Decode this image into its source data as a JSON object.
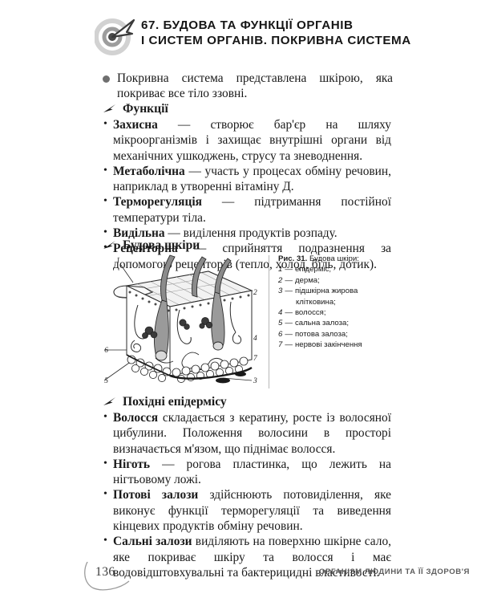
{
  "header": {
    "icon": "target-dart-icon",
    "title_line_1": "67. БУДОВА ТА ФУНКЦІЇ ОРГАНІВ",
    "title_line_2": "І СИСТЕМ ОРГАНІВ. ПОКРИВНА СИСТЕМА"
  },
  "intro": {
    "bullet_icon": "filled-circle-bullet",
    "text": "Покривна система представлена шкірою, яка покриває все тіло ззовні."
  },
  "sections": [
    {
      "marker_icon": "arrow-pennant-icon",
      "heading": "Функції",
      "items": [
        {
          "term": "Захисна",
          "rest": " — створює бар'єр на шляху мікроорганізмів і захищає внутрішні органи від механічних ушкоджень, струсу та зневоднення."
        },
        {
          "term": "Метаболічна",
          "rest": " — участь у процесах обміну речовин, наприклад в утворенні вітаміну Д."
        },
        {
          "term": "Терморегуляція",
          "rest": " — підтримання постійної температури тіла."
        },
        {
          "term": "Видільна",
          "rest": " — виділення продуктів розпаду."
        },
        {
          "term": "Рецепторна",
          "rest": " — сприйняття подразнення за допомогою рецепторів (тепло, холод, біль, дотик)."
        }
      ]
    },
    {
      "marker_icon": "arrow-pennant-icon",
      "heading": "Будова шкіри",
      "items": []
    },
    {
      "marker_icon": "arrow-pennant-icon",
      "heading": "Похідні епідермісу",
      "items": [
        {
          "term": "Волосся",
          "rest": " складається з кератину, росте із волосяної цибулини. Положення волосини в просторі визначається м'язом, що піднімає волосся."
        },
        {
          "term": "Ніготь",
          "rest": " — рогова пластинка, що лежить на нігтьовому ложі."
        },
        {
          "term": "Потові залози",
          "rest": " здійснюють потовиділення, яке виконує функції терморегуляції та виведення кінцевих продуктів обміну речовин."
        },
        {
          "term": "Сальні залози",
          "rest": " виділяють на поверхню шкірне сало, яке покриває шкіру та волосся і має водовідштовхувальні та бактерицидні властивості."
        }
      ]
    }
  ],
  "figure": {
    "caption_label": "Рис. 31.",
    "caption_title": "Будова шкіри:",
    "callouts": [
      "1",
      "2",
      "3",
      "4",
      "5",
      "6",
      "7"
    ],
    "legend": [
      {
        "num": "1",
        "label": "епідерміс;"
      },
      {
        "num": "2",
        "label": "дерма;"
      },
      {
        "num": "3",
        "label": "підшкірна жирова",
        "label_cont": "клітковина;"
      },
      {
        "num": "4",
        "label": "волосся;"
      },
      {
        "num": "5",
        "label": "сальна залоза;"
      },
      {
        "num": "6",
        "label": "потова залоза;"
      },
      {
        "num": "7",
        "label": "нервові закінчення"
      }
    ]
  },
  "footer": {
    "page_number": "136",
    "running_title": "ОРГАНІЗМ ЛЮДИНИ ТА ЇЇ ЗДОРОВ'Я"
  }
}
